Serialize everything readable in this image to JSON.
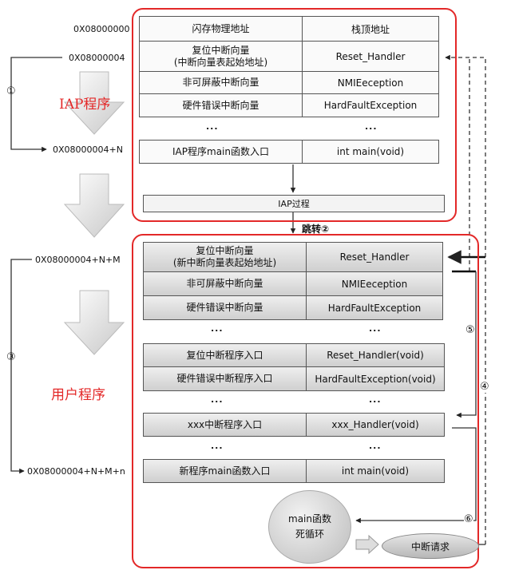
{
  "addresses": {
    "a0": "0X08000000",
    "a4": "0X08000004",
    "a4n": "0X08000004+N",
    "a4nm": "0X08000004+N+M",
    "a4nmn": "0X08000004+N+M+n"
  },
  "labels": {
    "iap_program": "IAP程序",
    "user_program": "用户程序",
    "iap_process": "IAP过程",
    "jump": "跳转②",
    "main_loop_line1": "main函数",
    "main_loop_line2": "死循环",
    "interrupt_request": "中断请求",
    "ellipsis": "..."
  },
  "markers": {
    "m1": "①",
    "m3": "③",
    "m4": "④",
    "m5": "⑤",
    "m6": "⑥"
  },
  "iap_table": {
    "header": {
      "c1": "闪存物理地址",
      "c2": "栈顶地址"
    },
    "rows": [
      {
        "c1": "复位中断向量\n(中断向量表起始地址)",
        "c2": "Reset_Handler"
      },
      {
        "c1": "非可屏蔽中断向量",
        "c2": "NMIEeception"
      },
      {
        "c1": "硬件错误中断向量",
        "c2": "HardFaultException"
      }
    ],
    "main_row": {
      "c1": "IAP程序main函数入口",
      "c2": "int main(void)"
    }
  },
  "user_table": {
    "vectors": [
      {
        "c1": "复位中断向量\n(新中断向量表起始地址)",
        "c2": "Reset_Handler"
      },
      {
        "c1": "非可屏蔽中断向量",
        "c2": "NMIEeception"
      },
      {
        "c1": "硬件错误中断向量",
        "c2": "HardFaultException"
      }
    ],
    "entries": [
      {
        "c1": "复位中断程序入口",
        "c2": "Reset_Handler(void)"
      },
      {
        "c1": "硬件错误中断程序入口",
        "c2": "HardFaultException(void)"
      }
    ],
    "xxx_row": {
      "c1": "xxx中断程序入口",
      "c2": "xxx_Handler(void)"
    },
    "main_row": {
      "c1": "新程序main函数入口",
      "c2": "int main(void)"
    }
  },
  "colors": {
    "accent": "#e32828",
    "cell_grey": "#d9d9d9"
  }
}
